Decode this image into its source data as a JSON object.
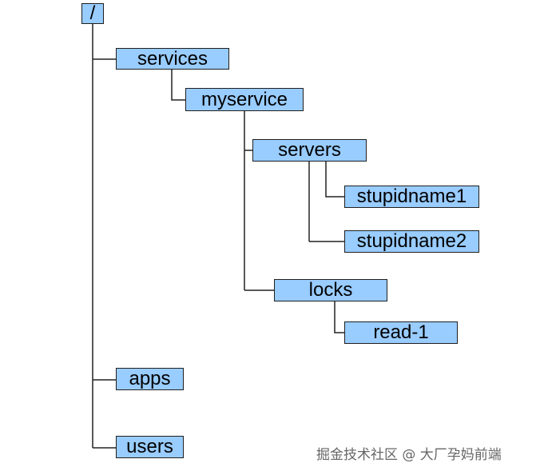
{
  "diagram": {
    "line_color": "#222222",
    "node_fill": "#99ccff",
    "nodes": [
      {
        "id": "root",
        "label": "/"
      },
      {
        "id": "services",
        "label": "services"
      },
      {
        "id": "myservice",
        "label": "myservice"
      },
      {
        "id": "servers",
        "label": "servers"
      },
      {
        "id": "stupidname1",
        "label": "stupidname1"
      },
      {
        "id": "stupidname2",
        "label": "stupidname2"
      },
      {
        "id": "locks",
        "label": "locks"
      },
      {
        "id": "read1",
        "label": "read-1"
      },
      {
        "id": "apps",
        "label": "apps"
      },
      {
        "id": "users",
        "label": "users"
      }
    ],
    "edges": [
      {
        "from": "/",
        "to": "services"
      },
      {
        "from": "/",
        "to": "apps"
      },
      {
        "from": "/",
        "to": "users"
      },
      {
        "from": "services",
        "to": "myservice"
      },
      {
        "from": "myservice",
        "to": "servers"
      },
      {
        "from": "myservice",
        "to": "locks"
      },
      {
        "from": "servers",
        "to": "stupidname1"
      },
      {
        "from": "servers",
        "to": "stupidname2"
      },
      {
        "from": "locks",
        "to": "read-1"
      }
    ]
  },
  "watermark": "掘金技术社区 @ 大厂孕妈前端"
}
